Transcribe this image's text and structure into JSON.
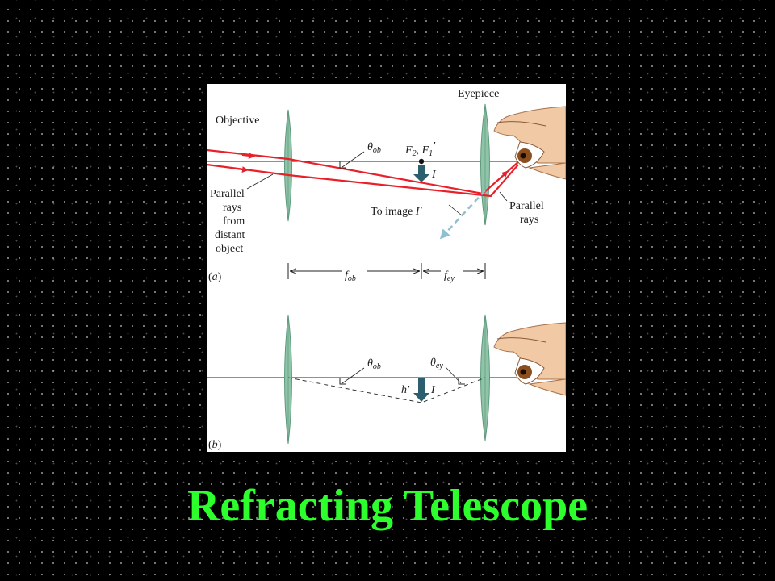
{
  "title": "Refracting Telescope",
  "colors": {
    "title": "#2cff2c",
    "ray": "#e8202a",
    "lens": "#8fc4a8",
    "arrow": "#2b5f6e",
    "dashed_ray": "#8fc0d0"
  },
  "panel_a": {
    "objective": "Objective",
    "eyepiece": "Eyepiece",
    "theta_ob": {
      "sym": "θ",
      "sub": "ob"
    },
    "focal_points": {
      "f2": "F",
      "f2_sub": "2",
      "sep": ", ",
      "f1": "F",
      "f1_sub": "1",
      "prime": "′"
    },
    "image_label": "I",
    "rays_from_object": [
      "Parallel",
      "rays",
      "from",
      "distant",
      "object"
    ],
    "to_image": "To image ",
    "to_image_sym": "I′",
    "eye_rays": [
      "Parallel",
      "rays"
    ],
    "tag_open": "(",
    "tag_letter": "a",
    "tag_close": ")",
    "f_ob": {
      "sym": "f",
      "sub": "ob"
    },
    "f_ey": {
      "sym": "f",
      "sub": "ey"
    }
  },
  "panel_b": {
    "theta_ob": {
      "sym": "θ",
      "sub": "ob"
    },
    "theta_ey": {
      "sym": "θ",
      "sub": "ey"
    },
    "h_prime": "h′",
    "image_label": "I",
    "tag_open": "(",
    "tag_letter": "b",
    "tag_close": ")"
  }
}
